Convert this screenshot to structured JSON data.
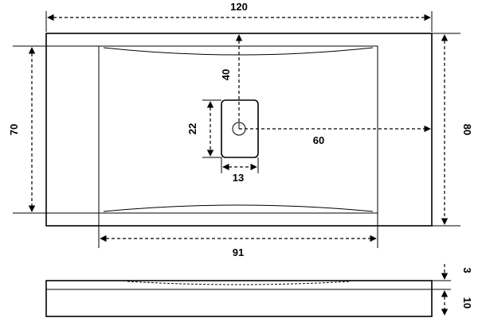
{
  "dimensions": {
    "overall_width": "120",
    "basin_depth": "70",
    "overall_depth": "80",
    "basin_to_tap_hole": "40",
    "tap_plate_height": "22",
    "tap_plate_width": "13",
    "tap_hole_to_right_edge": "60",
    "basin_width": "91",
    "rim_thickness": "3",
    "body_thickness": "10"
  },
  "colors": {
    "line": "#000000",
    "background": "#ffffff"
  }
}
